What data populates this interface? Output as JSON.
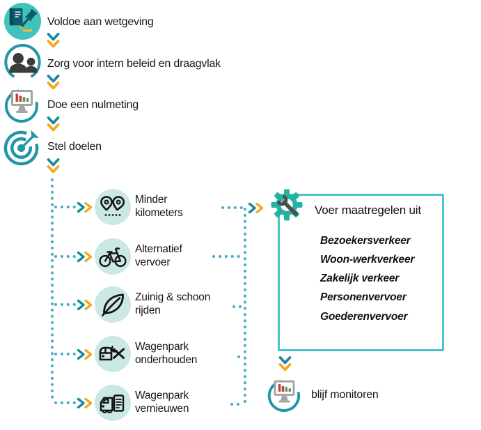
{
  "colors": {
    "teal": "#2196a8",
    "teal_chevron": "#19899e",
    "orange": "#f5a71f",
    "dots_blue": "#49acc6",
    "light_circle": "#cbe8e5",
    "box_border": "#4cc5ca",
    "gear_teal": "#23b3a0",
    "turquoise_fill": "#41c2bd",
    "tool_gray": "#4d4d4d",
    "text": "#161616"
  },
  "steps": [
    {
      "label": "Voldoe aan wetgeving",
      "icon": "legislation-icon"
    },
    {
      "label": "Zorg voor intern beleid en draagvlak",
      "icon": "people-icon"
    },
    {
      "label": "Doe een nulmeting",
      "icon": "monitor-chart-icon"
    },
    {
      "label": "Stel doelen",
      "icon": "target-icon"
    }
  ],
  "measures": [
    {
      "label": "Minder kilometers",
      "icon": "map-pins-icon"
    },
    {
      "label": "Alternatief vervoer",
      "icon": "bicycle-icon"
    },
    {
      "label": "Zuinig & schoon rijden",
      "icon": "leaf-icon"
    },
    {
      "label": "Wagenpark onderhouden",
      "icon": "car-maintenance-icon"
    },
    {
      "label": "Wagenpark vernieuwen",
      "icon": "van-renewal-icon"
    }
  ],
  "action_box": {
    "title": "Voer maatregelen uit",
    "icon": "gear-wrench-icon",
    "items": [
      "Bezoekersverkeer",
      "Woon-werkverkeer",
      "Zakelijk verkeer",
      "Personenvervoer",
      "Goederenvervoer"
    ]
  },
  "footer": {
    "label": "blijf monitoren",
    "icon": "monitor-chart-icon"
  }
}
